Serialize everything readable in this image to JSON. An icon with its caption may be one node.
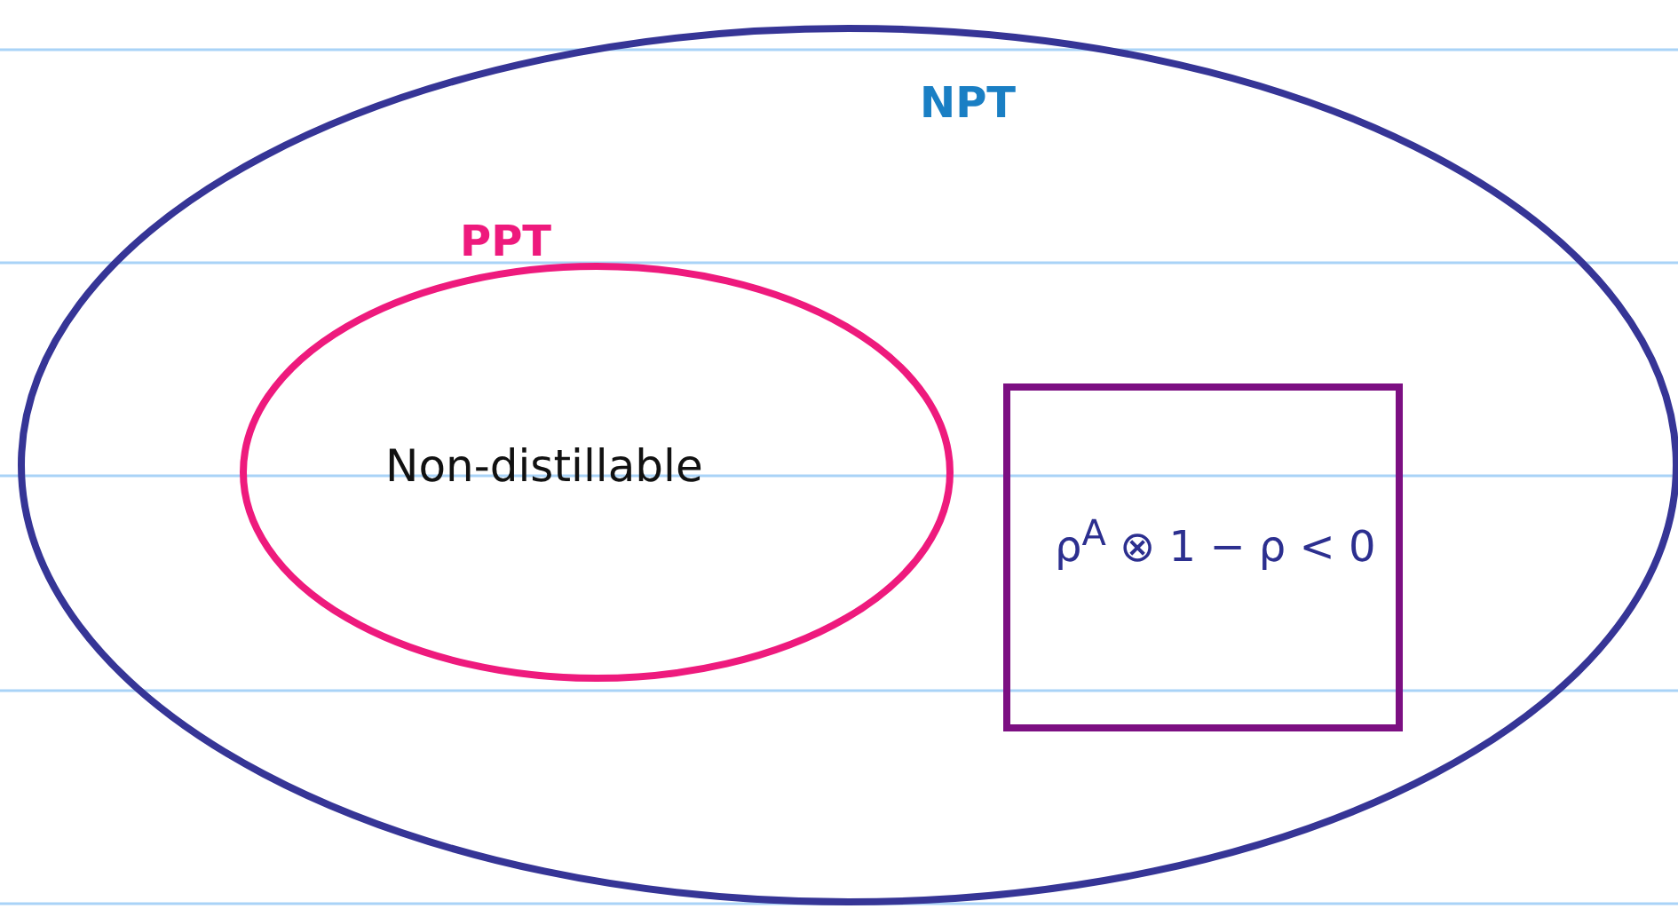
{
  "diagram": {
    "nodes": [
      {
        "text": [
          "NPT"
        ]
      },
      {
        "text": [
          "PPT",
          "Non-distillable"
        ],
        "in": 0
      },
      {
        "text": [
          "ρ$^{A}$ ⊗ 1 − ρ < 0"
        ],
        "in": 0
      }
    ]
  }
}
